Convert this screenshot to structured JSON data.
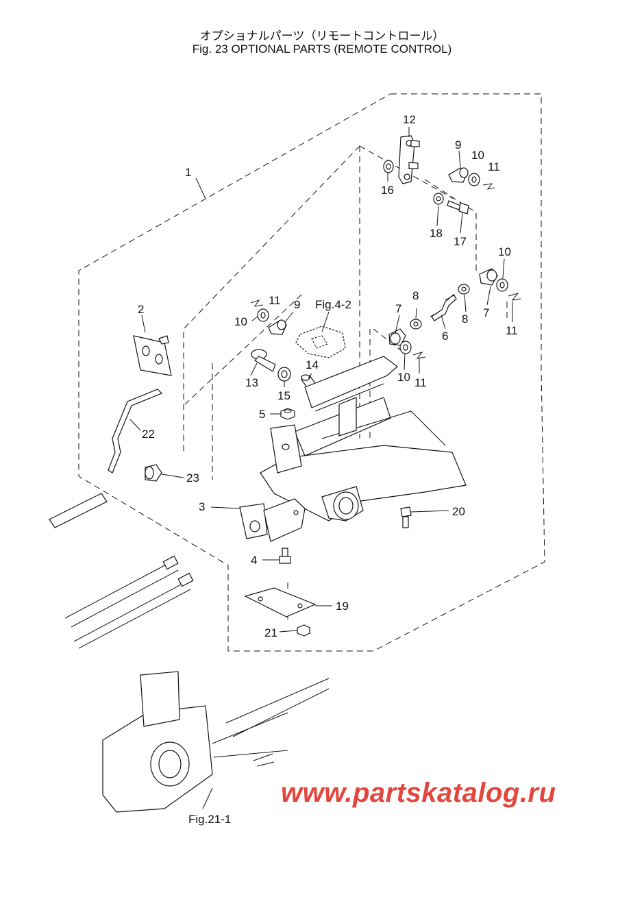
{
  "header": {
    "title_jp": "オプショナルパーツ（リモートコントロール）",
    "title_en": "Fig. 23  OPTIONAL PARTS (REMOTE CONTROL)"
  },
  "callouts": {
    "c1": "1",
    "c2": "2",
    "c3": "3",
    "c4": "4",
    "c5": "5",
    "c6": "6",
    "c7a": "7",
    "c7b": "7",
    "c8a": "8",
    "c8b": "8",
    "c9a": "9",
    "c9b": "9",
    "c10a": "10",
    "c10b": "10",
    "c10c": "10",
    "c10d": "10",
    "c11a": "11",
    "c11b": "11",
    "c11c": "11",
    "c11d": "11",
    "c12": "12",
    "c13": "13",
    "c14": "14",
    "c15": "15",
    "c16": "16",
    "c17": "17",
    "c18": "18",
    "c19": "19",
    "c20": "20",
    "c21": "21",
    "c22": "22",
    "c23": "23"
  },
  "references": {
    "fig4_2": "Fig.4-2",
    "fig21_1": "Fig.21-1"
  },
  "watermark": "www.partskatalog.ru"
}
